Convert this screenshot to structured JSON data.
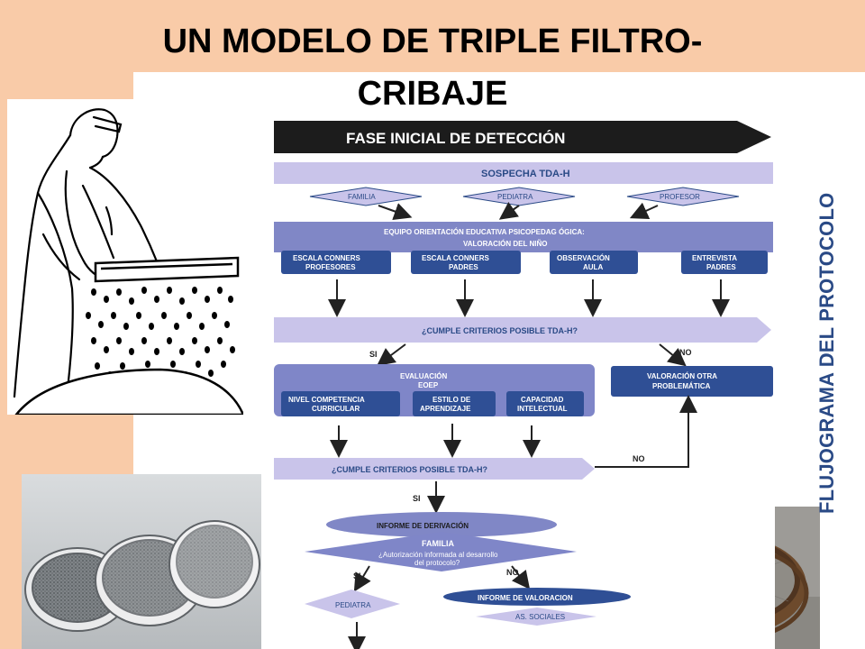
{
  "title": {
    "line1": "UN MODELO DE TRIPLE FILTRO-",
    "line2": "CRIBAJE"
  },
  "side_label": "FLUJOGRAMA DEL PROTOCOLO",
  "flowchart": {
    "header": "FASE INICIAL DE DETECCIÓN",
    "sospecha": "SOSPECHA TDA-H",
    "sources": [
      "FAMILIA",
      "PEDIATRA",
      "PROFESOR"
    ],
    "equipo_line1": "EQUIPO ORIENTACIÓN EDUCATIVA PSICOPEDAG ÓGICA:",
    "equipo_line2": "VALORACIÓN DEL NIÑO",
    "scales": [
      {
        "l1": "ESCALA CONNERS",
        "l2": "PROFESORES"
      },
      {
        "l1": "ESCALA CONNERS",
        "l2": "PADRES"
      },
      {
        "l1": "OBSERVACIÓN",
        "l2": "AULA"
      },
      {
        "l1": "ENTREVISTA",
        "l2": "PADRES"
      }
    ],
    "criterio1": "¿CUMPLE CRITERIOS POSIBLE TDA-H?",
    "si": "SI",
    "no": "NO",
    "evaluacion_l1": "EVALUACIÓN",
    "evaluacion_l2": "EOEP",
    "eval_items": [
      {
        "l1": "NIVEL COMPETENCIA",
        "l2": "CURRICULAR"
      },
      {
        "l1": "ESTILO DE",
        "l2": "APRENDIZAJE"
      },
      {
        "l1": "CAPACIDAD",
        "l2": "INTELECTUAL"
      }
    ],
    "otra_l1": "VALORACIÓN OTRA",
    "otra_l2": "PROBLEMÁTICA",
    "criterio2": "¿CUMPLE CRITERIOS POSIBLE TDA-H?",
    "informe_derivacion": "INFORME DE DERIVACIÓN",
    "familia": "FAMILIA",
    "autorizacion_l1": "¿Autorización informada al desarrollo",
    "autorizacion_l2": "del protocolo?",
    "pediatra": "PEDIATRA",
    "informe_valoracion": "INFORME DE VALORACION",
    "as_sociales": "AS. SOCIALES"
  },
  "colors": {
    "peach": "#f9cba8",
    "dark_blue": "#2f4f95",
    "light_blue": "#aab6dc",
    "lavender": "#c9c4ea",
    "purple_band": "#7f86c8",
    "text_blue": "#2a4a86"
  }
}
